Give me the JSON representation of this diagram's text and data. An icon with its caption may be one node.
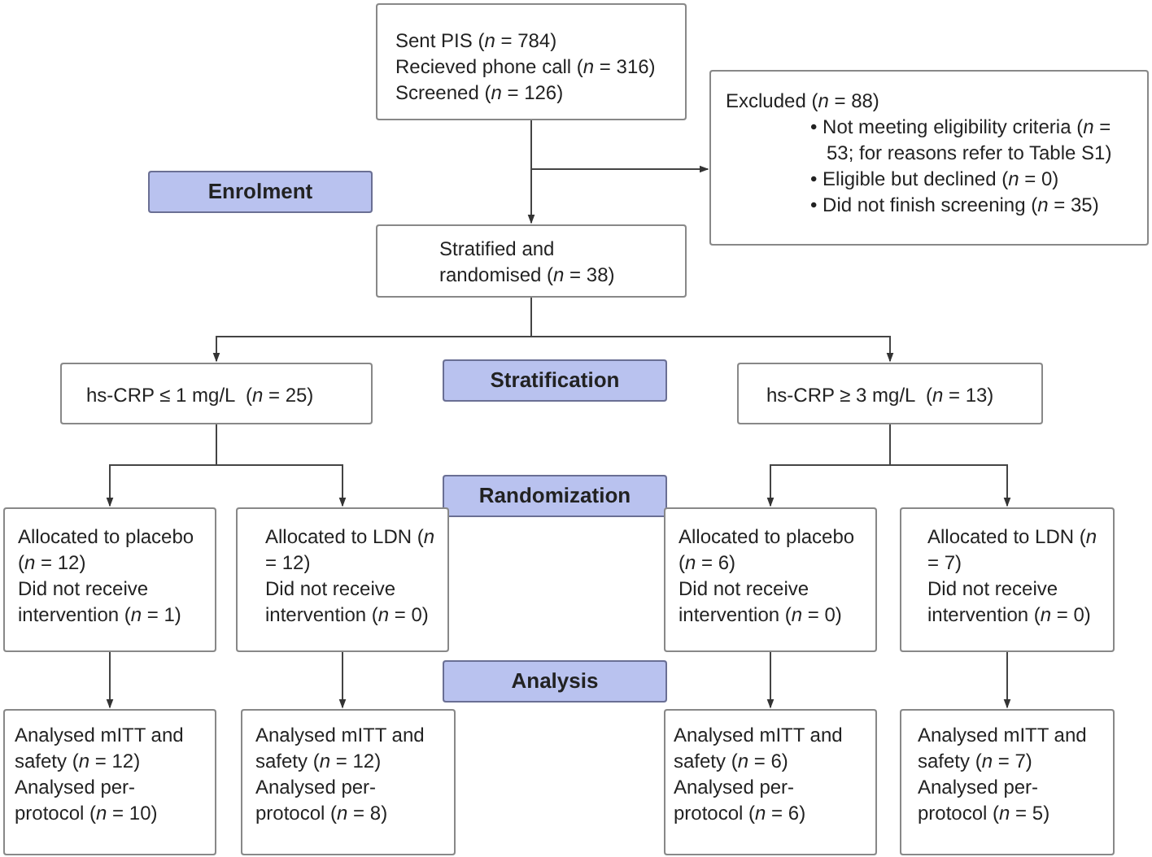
{
  "diagram": {
    "nodes": [
      {
        "text": [
          "Sent PIS (*n* = 784)",
          "Recieved phone call (*n* = 316)",
          "Screened (*n* = 126)"
        ]
      },
      {
        "text": [
          "Excluded (*n* = 88)",
          "• Not meeting eligibility criteria (*n* = 53; for reasons refer to Table S1)",
          "• Eligible but declined (*n* = 0)",
          "• Did not finish screening (*n* = 35)"
        ]
      },
      {
        "text": [
          "Enrolment"
        ]
      },
      {
        "text": [
          "Stratified and randomised (*n* = 38)"
        ]
      },
      {
        "text": [
          "hs-CRP ≤ 1 mg/L  (*n* = 25)"
        ]
      },
      {
        "text": [
          "Stratification"
        ]
      },
      {
        "text": [
          "hs-CRP ≥ 3 mg/L  (*n* = 13)"
        ]
      },
      {
        "text": [
          "Randomization"
        ]
      },
      {
        "text": [
          "Allocated to placebo (*n* = 12)",
          "Did not receive intervention (*n* = 1)"
        ]
      },
      {
        "text": [
          "Allocated to LDN (*n* = 12)",
          "Did not receive intervention (*n* = 0)"
        ]
      },
      {
        "text": [
          "Allocated to placebo (*n* = 6)",
          "Did not receive intervention (*n* = 0)"
        ]
      },
      {
        "text": [
          "Allocated to LDN (*n* = 7)",
          "Did not receive intervention (*n* = 0)"
        ]
      },
      {
        "text": [
          "Analysis"
        ]
      },
      {
        "text": [
          "Analysed mITT and safety (*n* = 12)",
          "Analysed per-protocol (*n* = 10)"
        ]
      },
      {
        "text": [
          "Analysed mITT and safety (*n* = 12)",
          "Analysed per-protocol (*n* = 8)"
        ]
      },
      {
        "text": [
          "Analysed mITT and safety (*n* = 6)",
          "Analysed per-protocol (*n* = 6)"
        ]
      },
      {
        "text": [
          "Analysed mITT and safety (*n* = 7)",
          "Analysed per-protocol (*n* = 5)"
        ]
      }
    ],
    "edges": [
      {
        "from": 0,
        "to": 3,
        "arrow": "to"
      },
      {
        "from": 0,
        "to": 1,
        "arrow": "to"
      },
      {
        "from": 3,
        "to": 4,
        "arrow": "to"
      },
      {
        "from": 3,
        "to": 6,
        "arrow": "to"
      },
      {
        "from": 4,
        "to": 8,
        "arrow": "to"
      },
      {
        "from": 4,
        "to": 9,
        "arrow": "to"
      },
      {
        "from": 6,
        "to": 10,
        "arrow": "to"
      },
      {
        "from": 6,
        "to": 11,
        "arrow": "to"
      },
      {
        "from": 8,
        "to": 13,
        "arrow": "to"
      },
      {
        "from": 9,
        "to": 14,
        "arrow": "to"
      },
      {
        "from": 10,
        "to": 15,
        "arrow": "to"
      },
      {
        "from": 11,
        "to": 16,
        "arrow": "to"
      }
    ]
  }
}
